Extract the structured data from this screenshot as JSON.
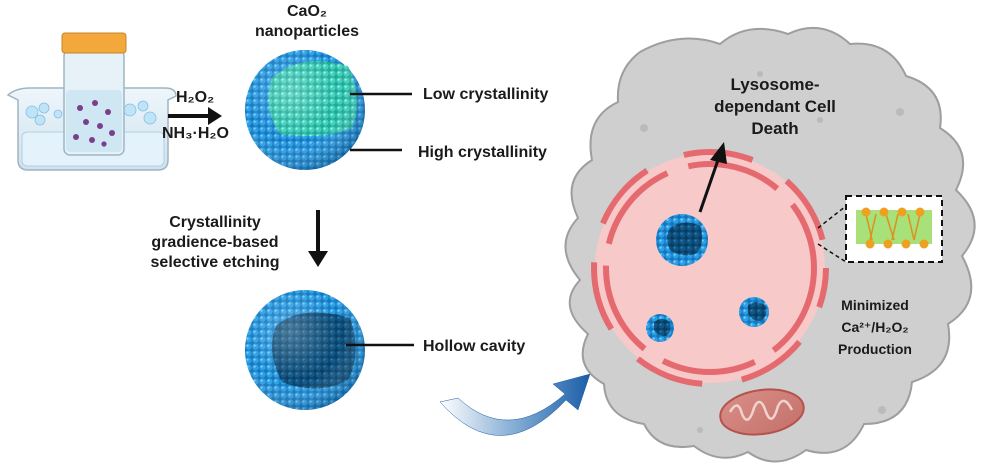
{
  "synthesis": {
    "reagent_1": "H₂O₂",
    "reagent_2": "NH₃·H₂O"
  },
  "nanoparticle": {
    "title_line1": "CaO₂",
    "title_line2": "nanoparticles",
    "core_label": "Low crystallinity",
    "shell_label": "High crystallinity"
  },
  "etching": {
    "line1": "Crystallinity",
    "line2": "gradience-based",
    "line3": "selective etching"
  },
  "hollow": {
    "label": "Hollow cavity"
  },
  "cell": {
    "death_line1": "Lysosome-",
    "death_line2": "dependant Cell",
    "death_line3": "Death",
    "ion_line1": "Minimized",
    "ion_line2": "Ca²⁺/H₂O₂",
    "ion_line3": "Production"
  },
  "colors": {
    "shell_blue": "#1f8fd6",
    "core_teal": "#2fc4b0",
    "cavity_dark": "#0d4f7a",
    "lysosome_red": "#e56a70",
    "lysosome_fill": "#f8c8c8",
    "cell_gray": "#c8c8c8",
    "membrane_green": "#a8e07a",
    "lipid_orange": "#f0a020"
  }
}
